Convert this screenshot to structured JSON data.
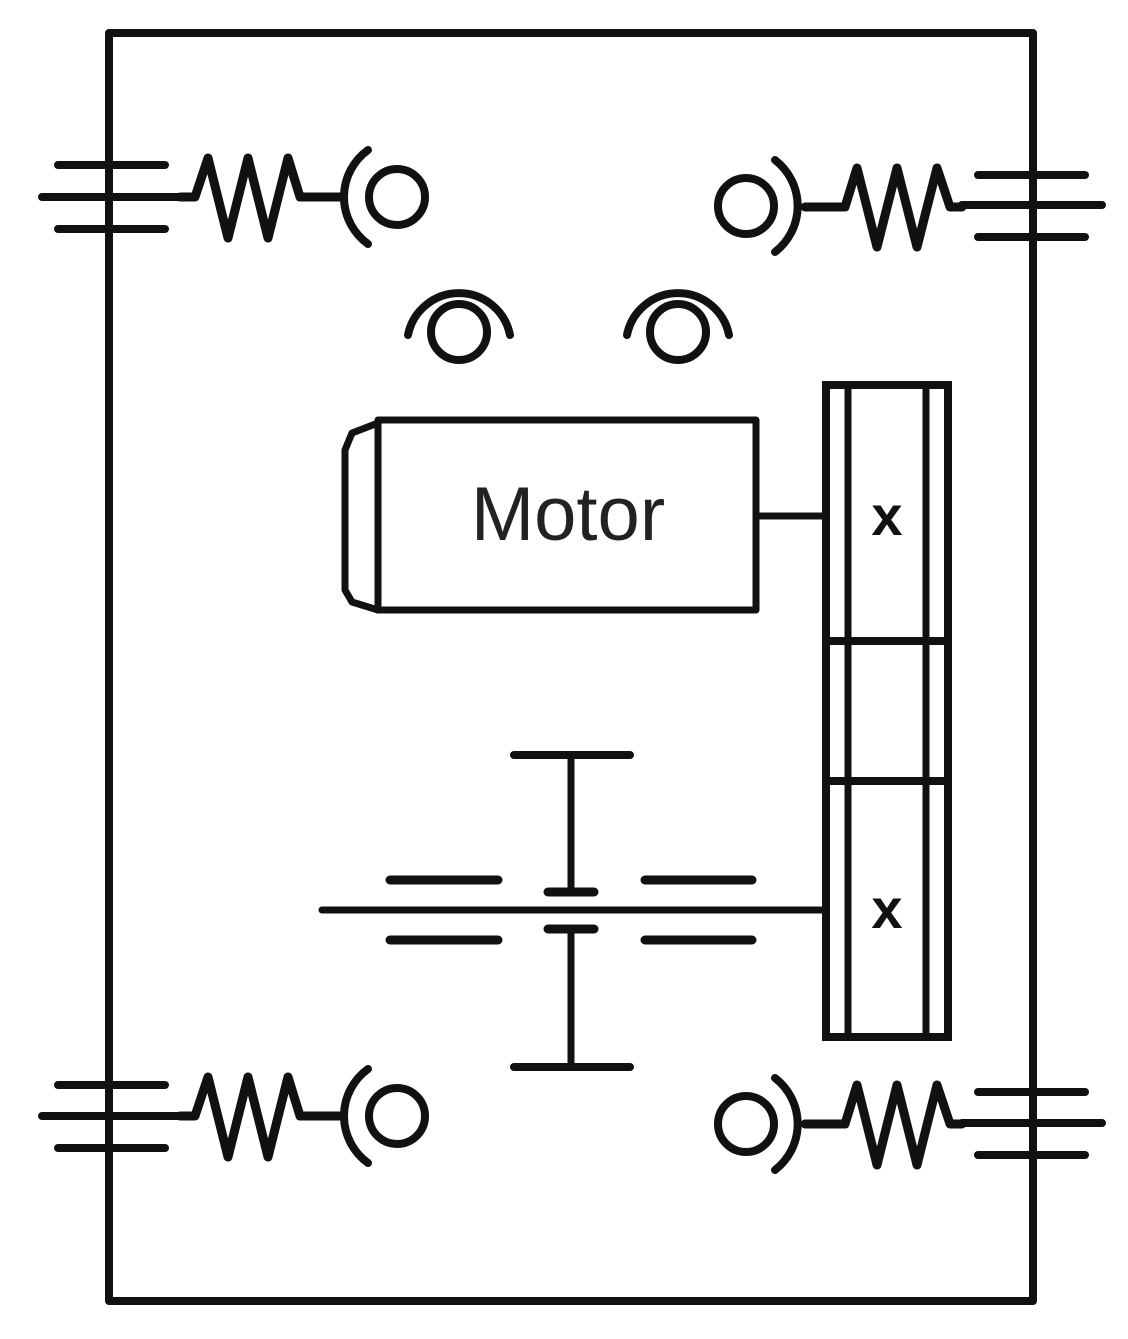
{
  "diagram": {
    "motor_label": "Motor",
    "gear_marks": [
      "x",
      "x"
    ]
  },
  "colors": {
    "stroke": "#111111",
    "background": "#ffffff"
  }
}
